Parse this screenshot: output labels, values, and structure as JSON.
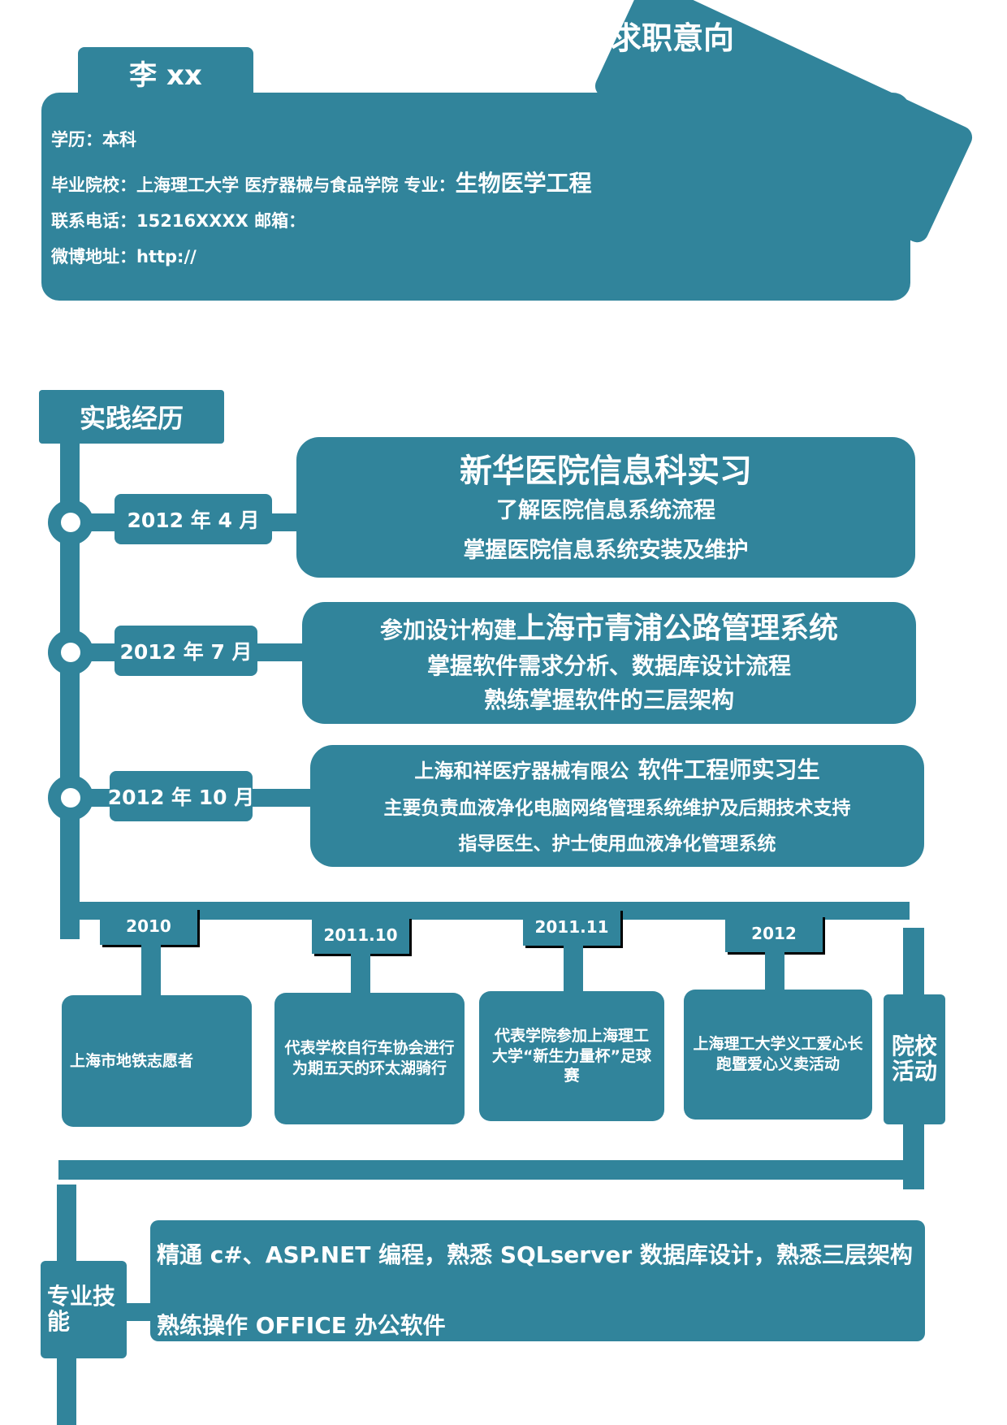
{
  "header": {
    "name": "李 xx",
    "objective_label": "求职意向",
    "education_line": "学历：本科",
    "school_prefix": "毕业院校：上海理工大学 医疗器械与食品学院   专业：",
    "major": "生物医学工程",
    "contact_line": "联系电话：15216XXXX   邮箱：",
    "weibo_line": "微博地址：http://"
  },
  "practice": {
    "title": "实践经历",
    "items": [
      {
        "date": "2012 年 4 月",
        "title": "新华医院信息科实习",
        "line1": "了解医院信息系统流程",
        "line2": "掌握医院信息系统安装及维护"
      },
      {
        "date": "2012 年 7 月",
        "title_prefix": "参加设计构建",
        "title": "上海市青浦公路管理系统",
        "line1": "掌握软件需求分析、数据库设计流程",
        "line2": "熟练掌握软件的三层架构"
      },
      {
        "date": "2012 年 10 月",
        "title_prefix": "上海和祥医疗器械有限公",
        "title": "软件工程师实习生",
        "line1": "主要负责血液净化电脑网络管理系统维护及后期技术支持",
        "line2": "指导医生、护士使用血液净化管理系统"
      }
    ]
  },
  "activities": {
    "title": "院校活动",
    "items": [
      {
        "year": "2010",
        "text": "上海市地铁志愿者"
      },
      {
        "year": "2011.10",
        "text": "代表学校自行车协会进行为期五天的环太湖骑行"
      },
      {
        "year": "2011.11",
        "text": "代表学院参加上海理工大学“新生力量杯”足球赛"
      },
      {
        "year": "2012",
        "text": "上海理工大学义工爱心长跑暨爱心义卖活动"
      }
    ]
  },
  "skills": {
    "title": "专业技能",
    "line1": "精通 c#、ASP.NET 编程，熟悉 SQLserver 数据库设计，熟悉三层架构",
    "line2": "熟练操作 OFFICE 办公软件"
  },
  "colors": {
    "primary": "#31849b",
    "background": "#ffffff",
    "tab_shadow": "#000000"
  }
}
